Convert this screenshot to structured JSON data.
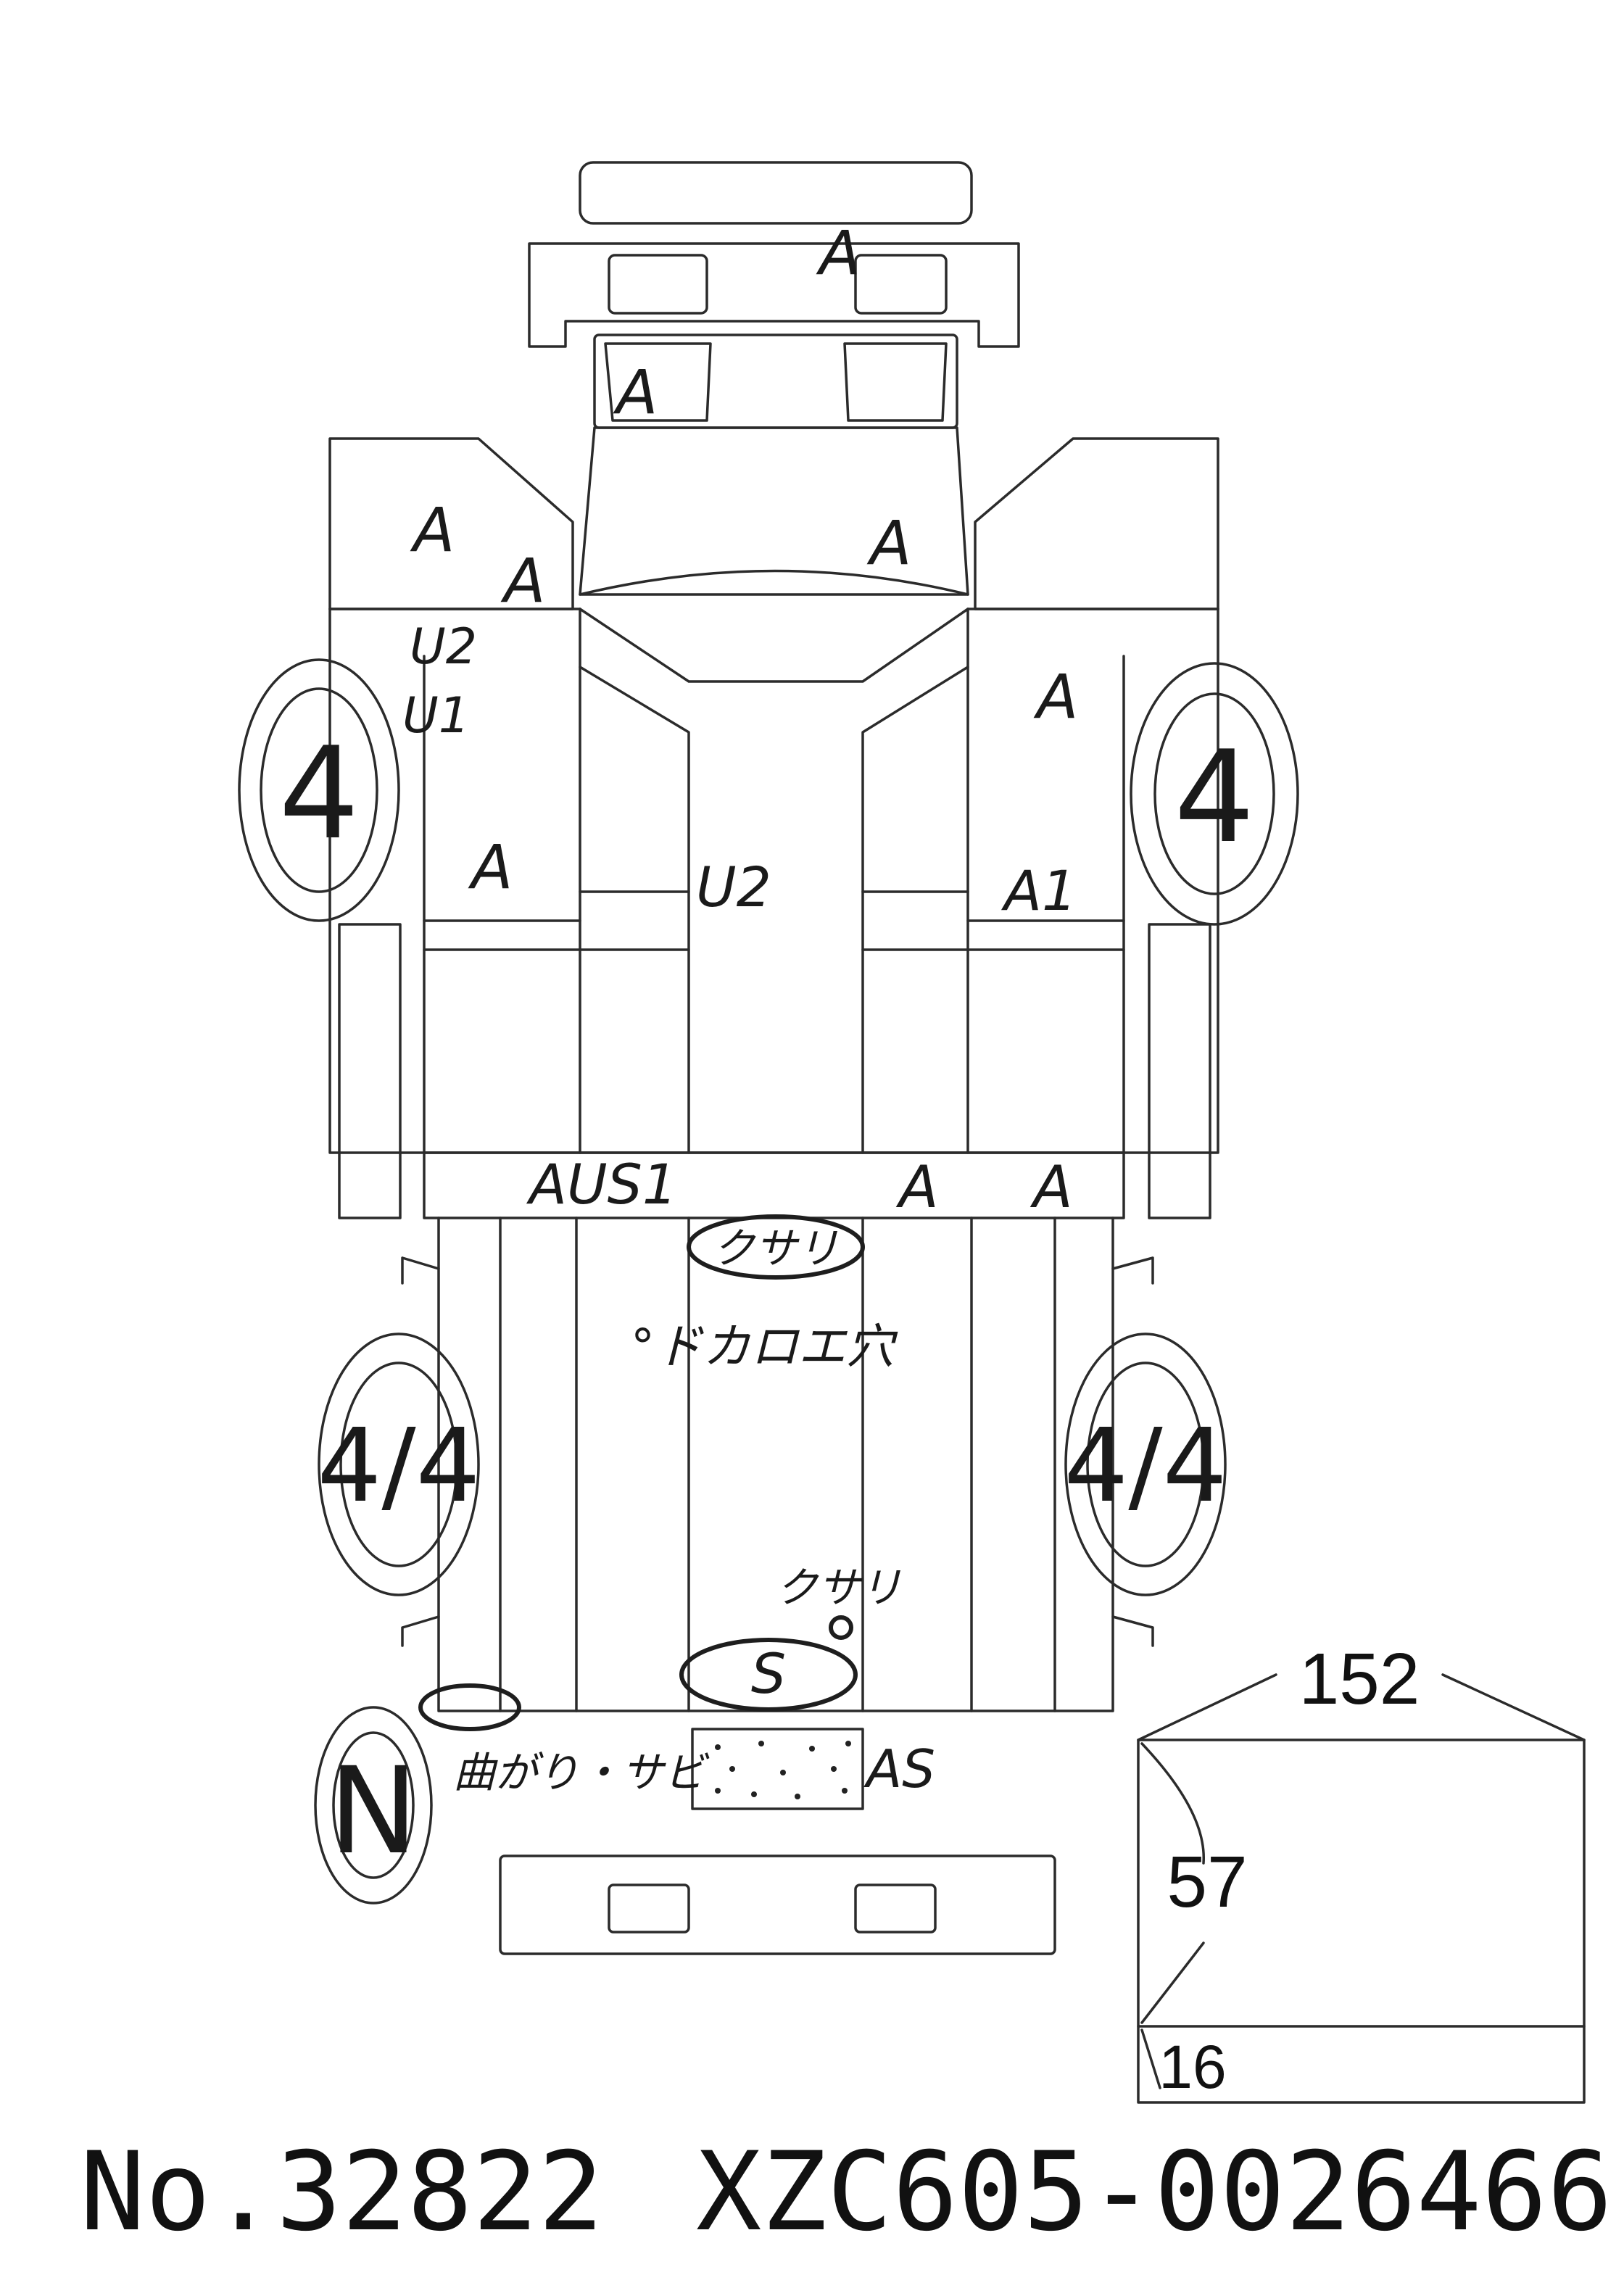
{
  "footer": {
    "number": "No.32822",
    "chassis": "XZC605-0026466"
  },
  "marks": {
    "front_bumper": "A",
    "front_grille": "A",
    "cab_left_door_upper": "A",
    "cab_left_pillar": "A",
    "cab_right_door_upper": "A",
    "left_step_u2": "U2",
    "left_step_u1": "U1",
    "right_mid": "A",
    "left_mid": "A",
    "center_frame": "U2",
    "right_lower": "A1",
    "crossbar_left": "AUS1",
    "crossbar_mid": "A",
    "crossbar_right": "A",
    "front_left_tire": "4",
    "front_right_tire": "4",
    "rear_left_tire": "4/4",
    "rear_right_tire": "4/4",
    "spare_tire": "N"
  },
  "notes": {
    "rust_1": "クサリ",
    "drill_holes": "°ドカロエ穴",
    "rust_2": "クサリ",
    "circled_s": "S",
    "bent_rust": "曲がり・サビ",
    "rear_as": "AS"
  },
  "dimensions": {
    "length": "152",
    "height": "57",
    "bottom": "16"
  }
}
